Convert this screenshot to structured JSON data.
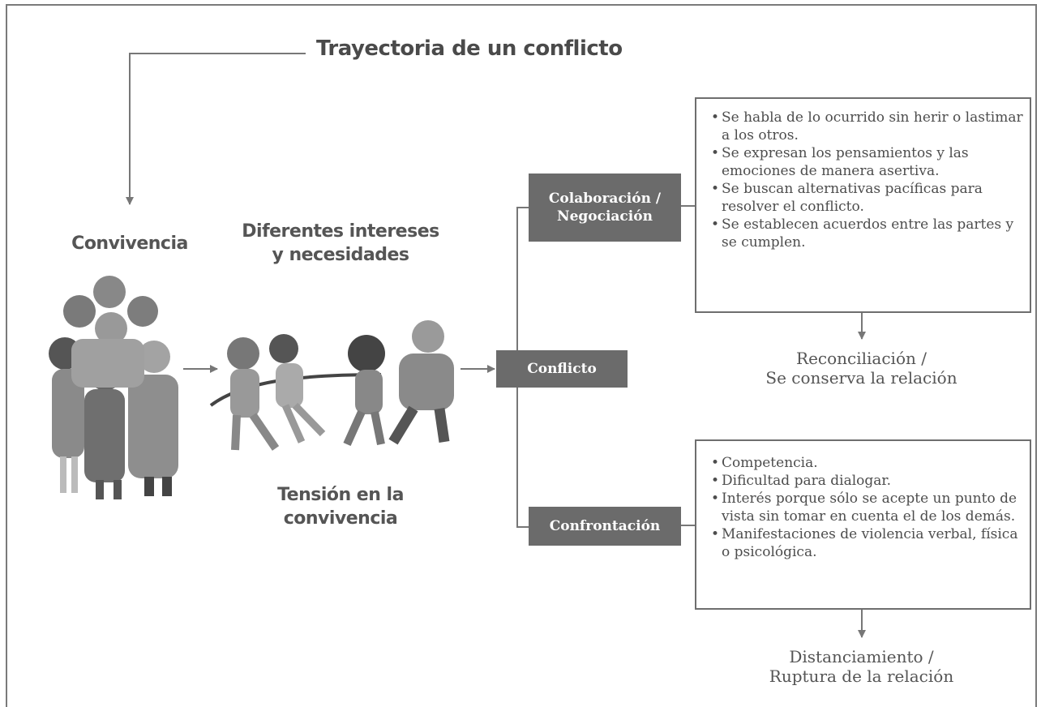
{
  "title": "Trayectoria de un conflicto",
  "stages": {
    "convivencia": "Convivencia",
    "intereses": [
      "Diferentes intereses",
      "y necesidades"
    ],
    "tension": [
      "Tensión en la",
      "convivencia"
    ]
  },
  "nodes": {
    "conflicto": "Conflicto",
    "colaboracion": [
      "Colaboración /",
      "Negociación"
    ],
    "confrontacion": "Confrontación"
  },
  "colaboracion_items": [
    "Se habla de lo ocurrido sin herir o lastimar a los otros.",
    "Se expresan los pensamientos y las emociones de manera asertiva.",
    "Se buscan alternativas pacíficas para resolver el conflicto.",
    "Se establecen acuerdos entre las partes y se cumplen."
  ],
  "confrontacion_items": [
    "Competencia.",
    "Dificultad para dialogar.",
    "Interés porque sólo se acepte un punto de vista sin tomar en cuenta el de los demás.",
    "Manifestaciones de violencia verbal, física o psicológica."
  ],
  "outcomes": {
    "reconciliacion": [
      "Reconciliación /",
      "Se conserva la relación"
    ],
    "distanciamiento": [
      "Distanciamiento /",
      "Ruptura de la relación"
    ]
  },
  "colors": {
    "border": "#6e6e6e",
    "box": "#6b6b6b",
    "text": "#4d4d4d",
    "arrow": "#777777"
  }
}
